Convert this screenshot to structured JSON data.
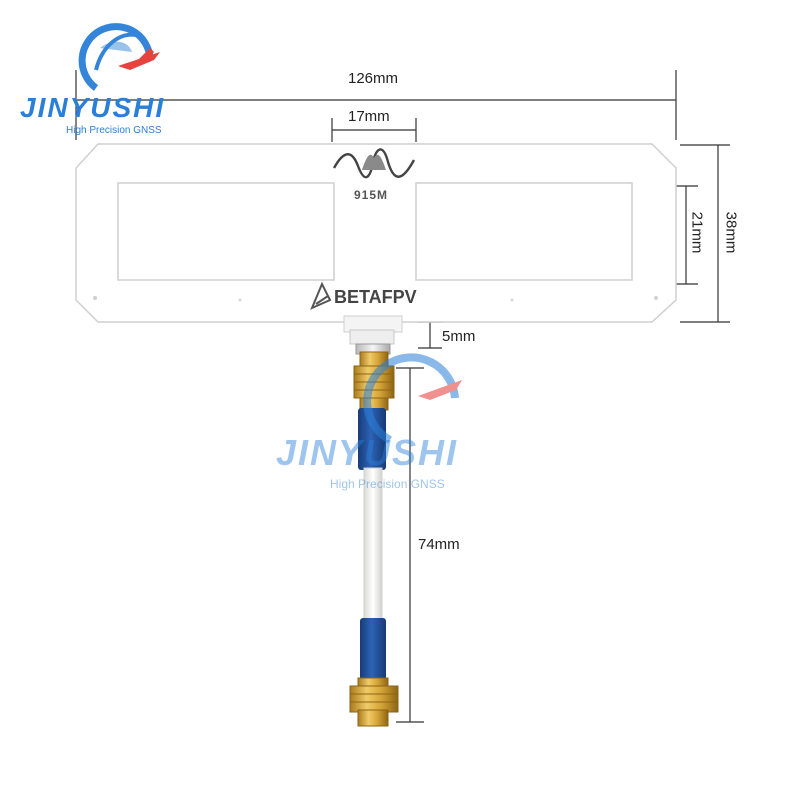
{
  "dimensions": {
    "total_width": "126mm",
    "inner_gap": "17mm",
    "total_height": "38mm",
    "window_height": "21mm",
    "connector_gap": "5mm",
    "cable_length": "74mm"
  },
  "board": {
    "frequency_label": "915M",
    "brand_label": "BETAFPV"
  },
  "watermark": {
    "brand": "JINYUSHI",
    "tagline": "High Precision GNSS"
  },
  "colors": {
    "board_white": "#ffffff",
    "board_edge": "#cfcfcf",
    "cable_white": "#f4f4f2",
    "heatshrink_blue": "#1f4f9a",
    "brass_gold": "#d4a437",
    "watermark_blue": "#2a7fd8",
    "watermark_red": "#e53935",
    "dimension_line": "#333333"
  },
  "icons": {
    "wave": "wave-icon",
    "logo": "betafpv-logo-icon",
    "watermark_logo": "globe-plane-icon"
  }
}
